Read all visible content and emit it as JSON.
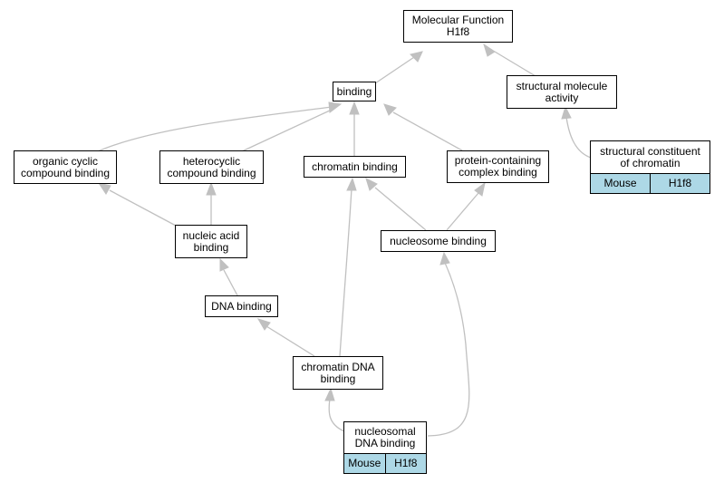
{
  "nodes": {
    "mf": {
      "label": "Molecular Function\nH1f8"
    },
    "bind": {
      "label": "binding"
    },
    "sma": {
      "label": "structural molecule\nactivity"
    },
    "ocb": {
      "label": "organic cyclic\ncompound binding"
    },
    "hcb": {
      "label": "heterocyclic\ncompound binding"
    },
    "chb": {
      "label": "chromatin binding"
    },
    "pcb": {
      "label": "protein-containing\ncomplex binding"
    },
    "scc": {
      "label": "structural constituent\nof chromatin",
      "species": "Mouse",
      "gene": "H1f8"
    },
    "nab": {
      "label": "nucleic acid\nbinding"
    },
    "nsb": {
      "label": "nucleosome binding"
    },
    "dnab": {
      "label": "DNA binding"
    },
    "cdb": {
      "label": "chromatin DNA\nbinding"
    },
    "ndb": {
      "label": "nucleosomal\nDNA binding",
      "species": "Mouse",
      "gene": "H1f8"
    }
  },
  "colors": {
    "edge": "#c0c0c0",
    "annotation_fill": "#add8e6"
  }
}
